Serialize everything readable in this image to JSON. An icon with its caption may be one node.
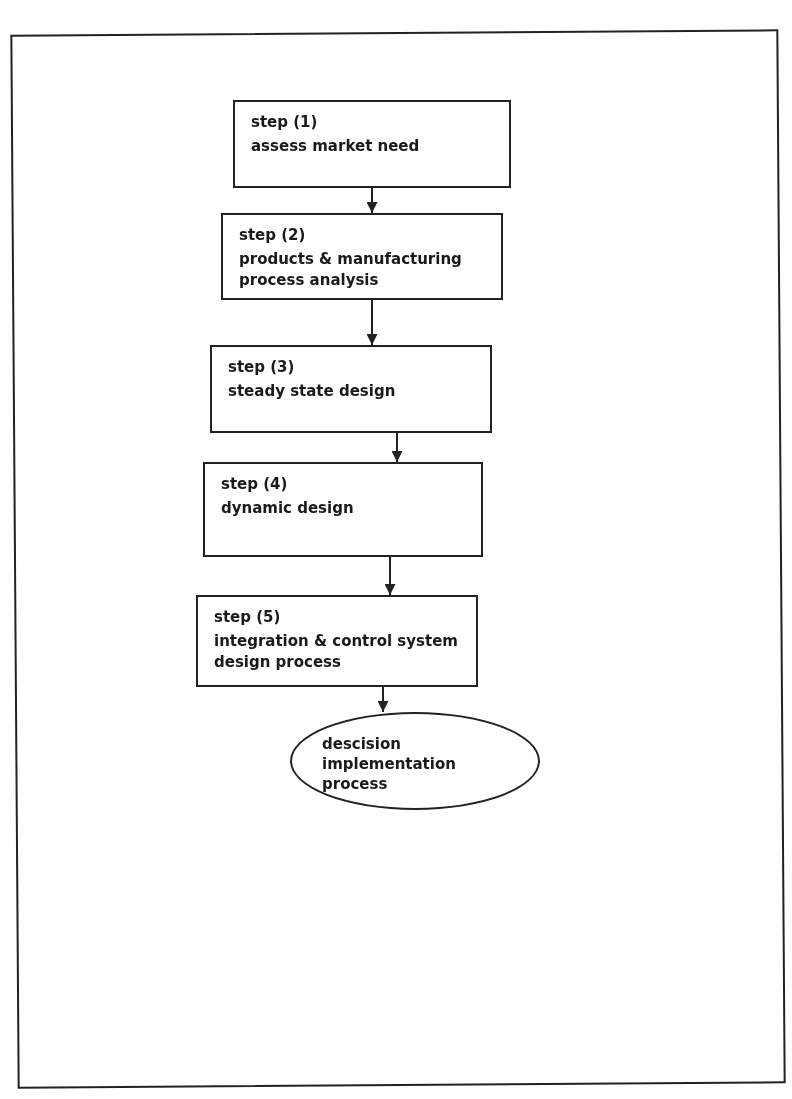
{
  "diagram": {
    "nodes": [
      {
        "text": [
          "step (1)",
          "assess market need"
        ]
      },
      {
        "text": [
          "step (2)",
          "products & manufacturing process analysis"
        ]
      },
      {
        "text": [
          "step (3)",
          "steady state design"
        ]
      },
      {
        "text": [
          "step (4)",
          "dynamic design"
        ]
      },
      {
        "text": [
          "step (5)",
          "integration & control system design process"
        ]
      },
      {
        "text": [
          "descision implementation process"
        ]
      }
    ],
    "edges": [
      {
        "from": 0,
        "to": 1,
        "arrow": "to"
      },
      {
        "from": 1,
        "to": 2,
        "arrow": "to"
      },
      {
        "from": 2,
        "to": 3,
        "arrow": "to"
      },
      {
        "from": 3,
        "to": 4,
        "arrow": "to"
      },
      {
        "from": 4,
        "to": 5,
        "arrow": "to"
      }
    ]
  }
}
